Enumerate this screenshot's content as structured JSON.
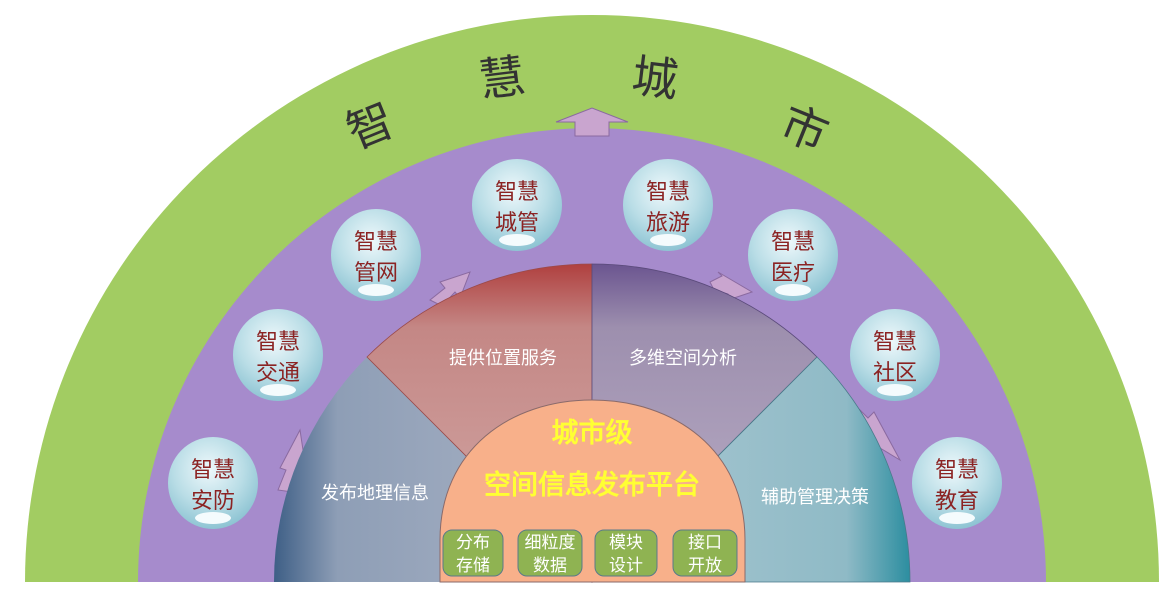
{
  "title_chars": [
    "智",
    "慧",
    "城",
    "市"
  ],
  "bubbles": [
    {
      "line1": "智慧",
      "line2": "安防"
    },
    {
      "line1": "智慧",
      "line2": "交通"
    },
    {
      "line1": "智慧",
      "line2": "管网"
    },
    {
      "line1": "智慧",
      "line2": "城管"
    },
    {
      "line1": "智慧",
      "line2": "旅游"
    },
    {
      "line1": "智慧",
      "line2": "医疗"
    },
    {
      "line1": "智慧",
      "line2": "社区"
    },
    {
      "line1": "智慧",
      "line2": "教育"
    }
  ],
  "sectors": [
    "发布地理信息",
    "提供位置服务",
    "多维空间分析",
    "辅助管理决策"
  ],
  "core": {
    "line1": "城市级",
    "line2": "空间信息发布平台"
  },
  "features": [
    {
      "line1": "分布",
      "line2": "存储"
    },
    {
      "line1": "细粒度",
      "line2": "数据"
    },
    {
      "line1": "模块",
      "line2": "设计"
    },
    {
      "line1": "接口",
      "line2": "开放"
    }
  ],
  "colors": {
    "outer": "#a2cc62",
    "ring": "#a68bcc",
    "core": "#f8b08a",
    "core_text": "#ffff33",
    "bubble_text": "#8b2323",
    "feature": "#8fb352"
  }
}
